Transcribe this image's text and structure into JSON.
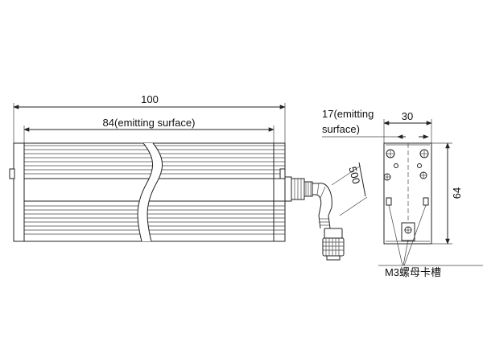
{
  "dimensions": {
    "overall_length": "100",
    "emitting_length": "84(emitting surface)",
    "cable_length": "500",
    "emitting_width_line1": "17(emitting",
    "emitting_width_line2": "surface)",
    "width": "30",
    "height": "64"
  },
  "callout": {
    "label": "M3螺母卡槽"
  }
}
